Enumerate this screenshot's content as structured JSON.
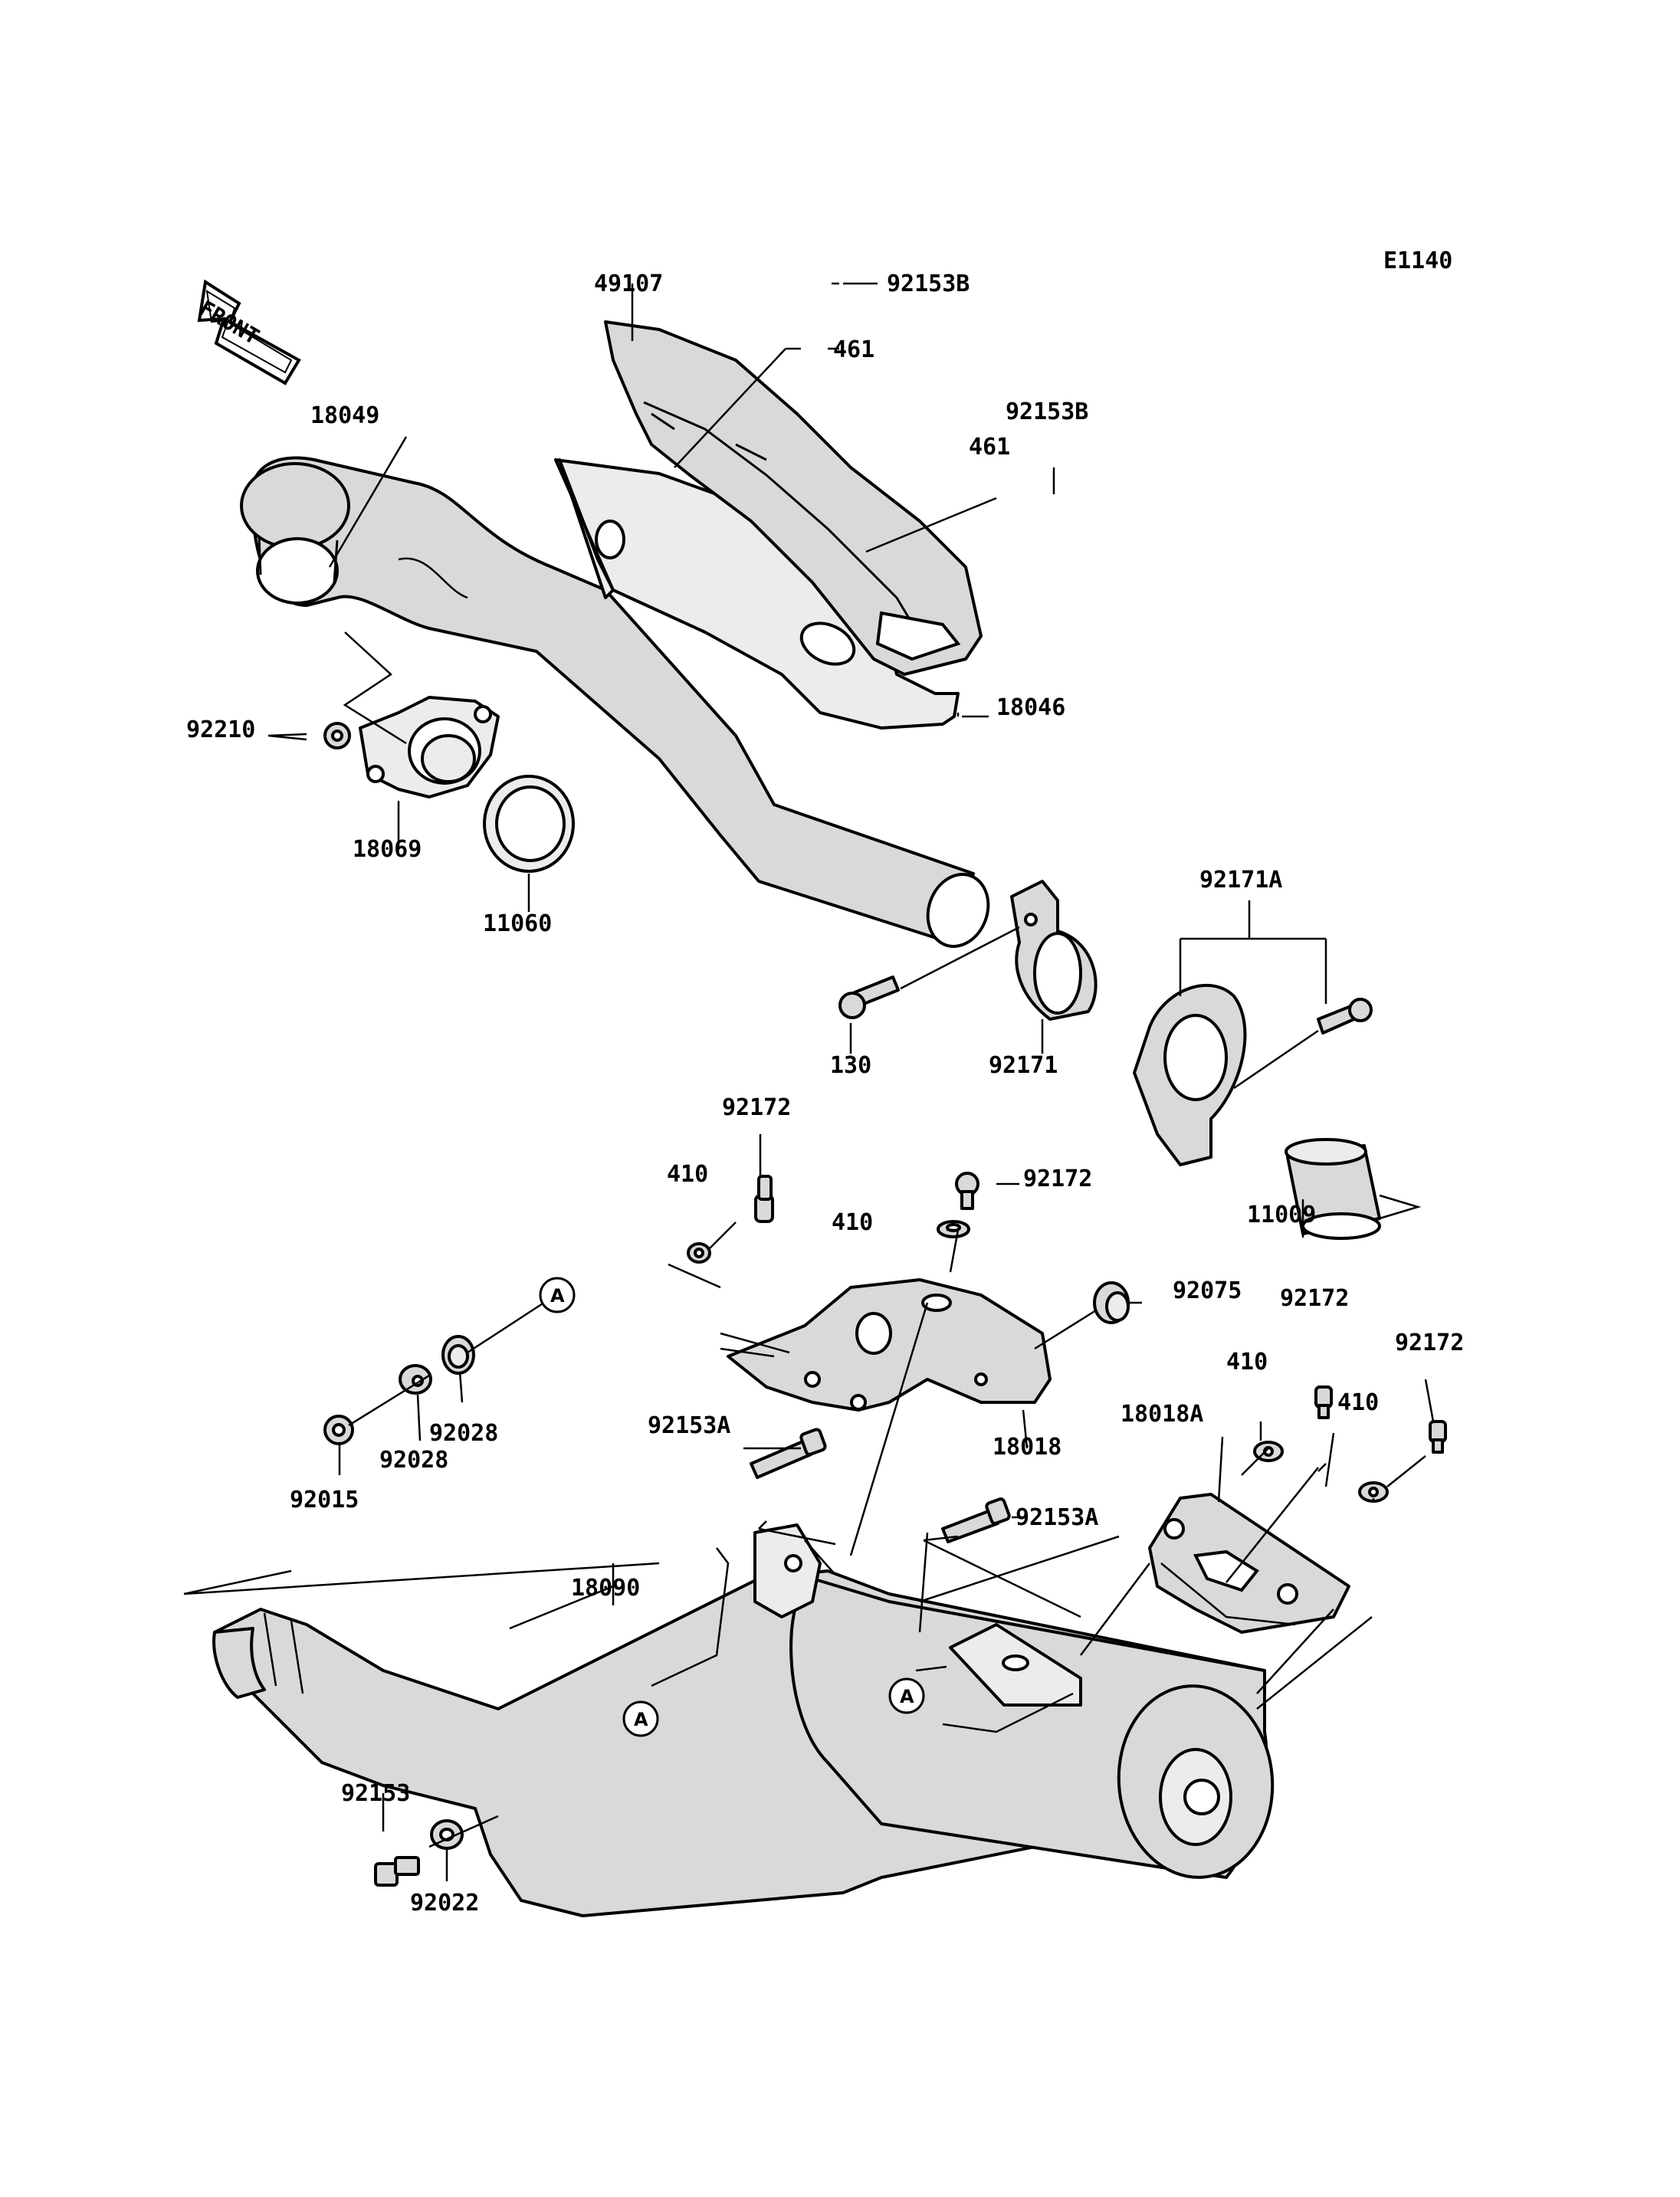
{
  "diagram_code": "E1140",
  "front_label": "FRONT",
  "ref_marker": "A",
  "parts": {
    "p49107": "49107",
    "p92153B_top": "92153B",
    "p461_top": "461",
    "p92153B_right": "92153B",
    "p461_right": "461",
    "p18049": "18049",
    "p18046": "18046",
    "p92210": "92210",
    "p18069": "18069",
    "p11060": "11060",
    "p92171A": "92171A",
    "p130": "130",
    "p92171": "92171",
    "p11009": "11009",
    "p92172_a": "92172",
    "p410_a": "410",
    "p92172_b": "92172",
    "p410_b": "410",
    "p92075": "92075",
    "p92172_c": "92172",
    "p92172_d": "92172",
    "p410_c": "410",
    "p410_d": "410",
    "p18018A": "18018A",
    "p18018": "18018",
    "p92153A_left": "92153A",
    "p92153A_right": "92153A",
    "p92028_a": "92028",
    "p92028_b": "92028",
    "p92015": "92015",
    "p18090": "18090",
    "p92153": "92153",
    "p92022": "92022"
  }
}
